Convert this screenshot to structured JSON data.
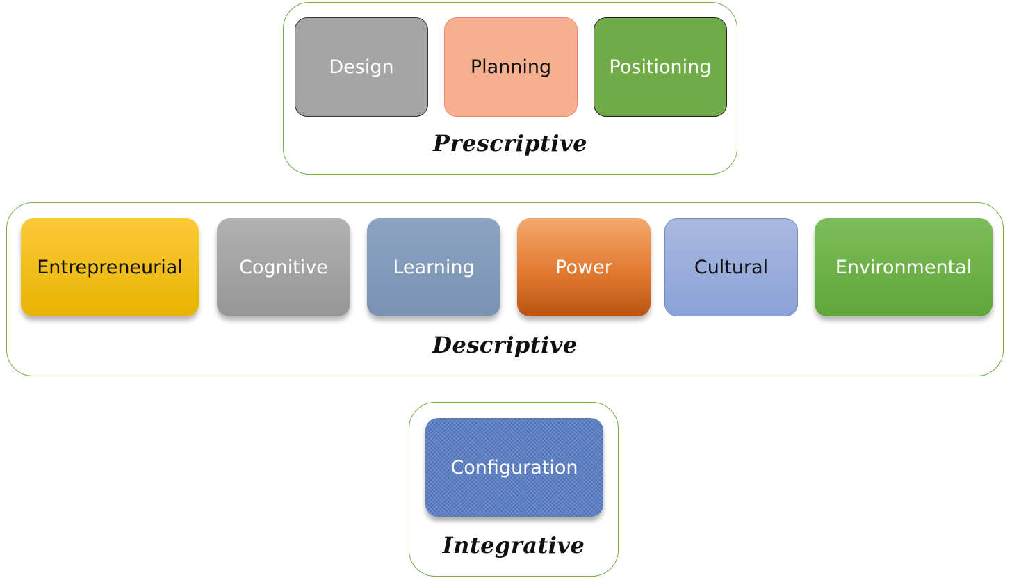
{
  "groups": {
    "prescriptive": {
      "label": "Prescriptive",
      "items": [
        "Design",
        "Planning",
        "Positioning"
      ]
    },
    "descriptive": {
      "label": "Descriptive",
      "items": [
        "Entrepreneurial",
        "Cognitive",
        "Learning",
        "Power",
        "Cultural",
        "Environmental"
      ]
    },
    "integrative": {
      "label": "Integrative",
      "items": [
        "Configuration"
      ]
    }
  },
  "colors": {
    "group_border": "#70ad47",
    "design": "#a5a5a5",
    "planning": "#f4b08f",
    "positioning": "#6fac47",
    "entrepreneurial": "#fcc93a",
    "cognitive": "#a5a5a5",
    "learning": "#8497b0",
    "power": "#e27a30",
    "cultural": "#9bb0de",
    "environmental": "#70ad47",
    "configuration": "#5b80c8"
  }
}
